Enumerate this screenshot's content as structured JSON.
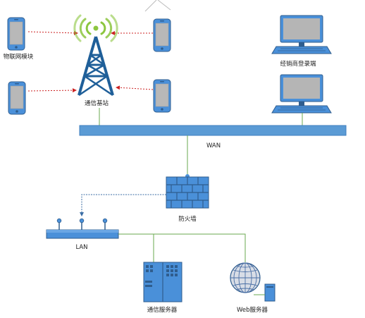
{
  "labels": {
    "iot_module": "物联网模块",
    "base_station": "通信基站",
    "dealer_terminal": "经销商登录端",
    "wan": "WAN",
    "firewall": "防火墙",
    "lan": "LAN",
    "comm_server": "通信服务器",
    "web_server": "Web服务器"
  },
  "colors": {
    "device_blue": "#4a90d9",
    "device_dark": "#2f5d8e",
    "tower": "#1f5f99",
    "signal_green": "#8cc63f",
    "bus_blue": "#5b9bd5",
    "link_green": "#6aa84f",
    "wireless_red": "#cc2222"
  },
  "icons": [
    "phone-icon",
    "cell-tower-icon",
    "monitor-icon",
    "firewall-icon",
    "switch-icon",
    "server-rack-icon",
    "globe-server-icon"
  ]
}
